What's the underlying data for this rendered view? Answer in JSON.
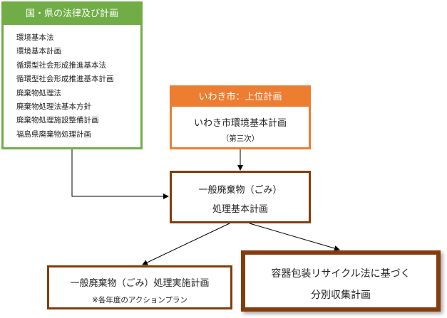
{
  "law_box": {
    "title": "国・県の法律及び計画",
    "items": [
      "環境基本法",
      "環境基本計画",
      "循環型社会形成推進基本法",
      "循環型社会形成推進基本計画",
      "廃棄物処理法",
      "廃棄物処理法基本方針",
      "廃棄物処理施設整備計画",
      "福島県廃棄物処理計画"
    ]
  },
  "upper_box": {
    "title": "いわき市：上位計画",
    "name": "いわき市環境基本計画",
    "note": "（第三次）"
  },
  "basic_box": {
    "line1": "一般廃棄物（ごみ）",
    "line2": "処理基本計画"
  },
  "impl_box": {
    "line1": "一般廃棄物（ごみ）処理実施計画",
    "line2": "※各年度のアクションプラン"
  },
  "recycle_box": {
    "line1": "容器包装リサイクル法に基づく",
    "line2": "分別収集計画"
  },
  "colors": {
    "green": "#70ad47",
    "orange": "#ed7d31",
    "brown": "#843c0c"
  }
}
